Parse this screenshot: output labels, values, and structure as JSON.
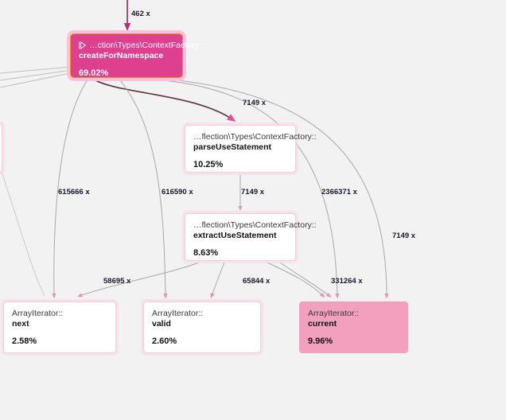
{
  "graph": {
    "background_color": "#f2f2f2",
    "title": "call-graph",
    "nodes": [
      {
        "id": "root",
        "scope": "…ction\\Types\\ContextFactory::",
        "name": "createForNamespace",
        "percent": "69.02%",
        "style": "highlighted",
        "fill_color": "#df3f8f",
        "border_color": "#e8941f",
        "icon": "play-icon"
      },
      {
        "id": "parse",
        "scope": "…flection\\Types\\ContextFactory::",
        "name": "parseUseStatement",
        "percent": "10.25%",
        "style": "plain",
        "fill_color": "#ffffff",
        "border_color": "#f3ccda"
      },
      {
        "id": "extract",
        "scope": "…flection\\Types\\ContextFactory::",
        "name": "extractUseStatement",
        "percent": "8.63%",
        "style": "plain",
        "fill_color": "#ffffff",
        "border_color": "#f3ccda"
      },
      {
        "id": "next",
        "scope": "ArrayIterator::",
        "name": "next",
        "percent": "2.58%",
        "style": "plain",
        "fill_color": "#ffffff",
        "border_color": "#f3ccda"
      },
      {
        "id": "valid",
        "scope": "ArrayIterator::",
        "name": "valid",
        "percent": "2.60%",
        "style": "plain",
        "fill_color": "#ffffff",
        "border_color": "#f3ccda"
      },
      {
        "id": "current",
        "scope": "ArrayIterator::",
        "name": "current",
        "percent": "9.96%",
        "style": "filled",
        "fill_color": "#f2a0bd",
        "border_color": "#f2a0bd"
      }
    ],
    "edge_labels": {
      "incoming_root": "462 x",
      "root_to_parse": "7149 x",
      "root_to_next": "615666 x",
      "root_to_valid": "616590 x",
      "parse_to_extract": "7149 x",
      "root_to_current_far": "2366371 x",
      "extract_to_current_right": "7149 x",
      "extract_to_next": "58695 x",
      "extract_to_valid": "65844 x",
      "extract_to_current": "331264 x"
    }
  }
}
